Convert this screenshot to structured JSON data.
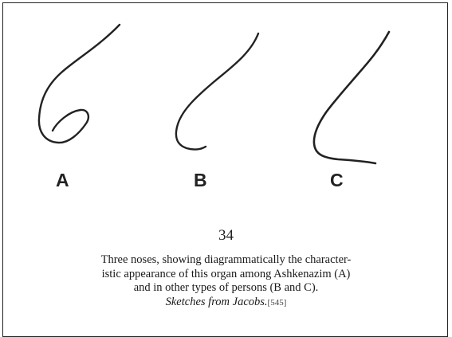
{
  "figure": {
    "labels": [
      "A",
      "B",
      "C"
    ],
    "icons": [
      "nose-profile-a-icon",
      "nose-profile-b-icon",
      "nose-profile-c-icon"
    ]
  },
  "page_number": "34",
  "caption": {
    "lines": [
      "Three noses, showing diagrammatically the character-",
      "istic appearance of this organ among Ashkenazim (A)",
      "and in other types of persons (B and C)."
    ],
    "source": "Sketches from Jacobs.",
    "reference": "[545]"
  }
}
